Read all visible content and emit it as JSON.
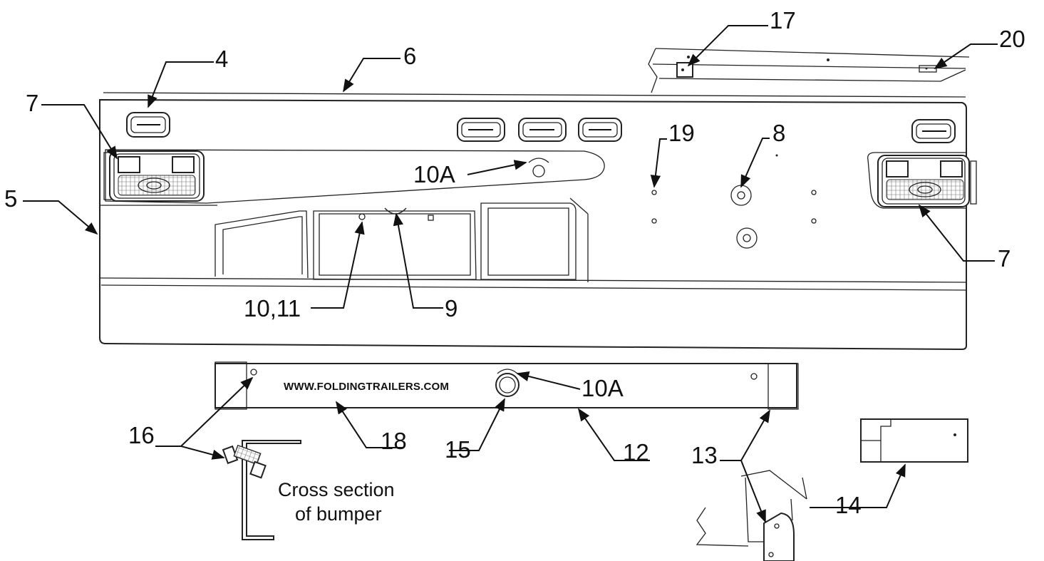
{
  "callouts": {
    "c4": "4",
    "c6": "6",
    "c17": "17",
    "c20": "20",
    "c7_left": "7",
    "c7_right": "7",
    "c5": "5",
    "c19": "19",
    "c8": "8",
    "c10a_top": "10A",
    "c10_11": "10,11",
    "c9": "9",
    "c10a_bottom": "10A",
    "c16": "16",
    "c18": "18",
    "c15": "15",
    "c12": "12",
    "c13": "13",
    "c14": "14"
  },
  "bumper": {
    "website": "WWW.FOLDINGTRAILERS.COM"
  },
  "cross_section": {
    "line1": "Cross section",
    "line2": "of bumper"
  }
}
